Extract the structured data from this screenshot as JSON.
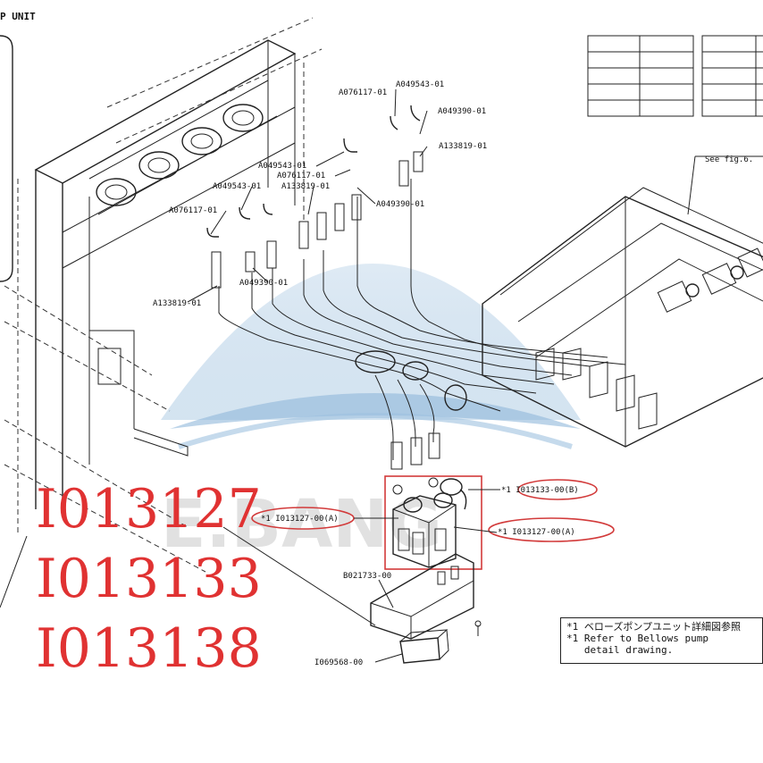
{
  "title": "P UNIT",
  "watermark": "E.BANG",
  "see_fig": "See fig.6.",
  "highlighted_parts": [
    "I013127",
    "I013133",
    "I013138"
  ],
  "callouts": {
    "a049543_top": "A049543-01",
    "a076117_top": "A076117-01",
    "a049390_top": "A049390-01",
    "a133819_top": "A133819-01",
    "a049543_mid": "A049543-01",
    "a076117_mid": "A076117-01",
    "a049543_left": "A049543-01",
    "a133819_mid": "A133819-01",
    "a049390_mid": "A049390-01",
    "a076117_left": "A076117-01",
    "a049390_low": "A049390-01",
    "a133819_low": "A133819-01",
    "i013133_b": "*1 I013133-00(B)",
    "i013127_a_left": "*1 I013127-00(A)",
    "i013127_a_right": "*1 I013127-00(A)",
    "b021733": "B021733-00",
    "i069568": "I069568-00"
  },
  "note": {
    "line1": "*1 ベローズポンプユニット詳細図参照",
    "line2": "*1 Refer to Bellows pump",
    "line3": "   detail drawing."
  },
  "colors": {
    "highlight": "#e03232",
    "line": "#222222"
  }
}
